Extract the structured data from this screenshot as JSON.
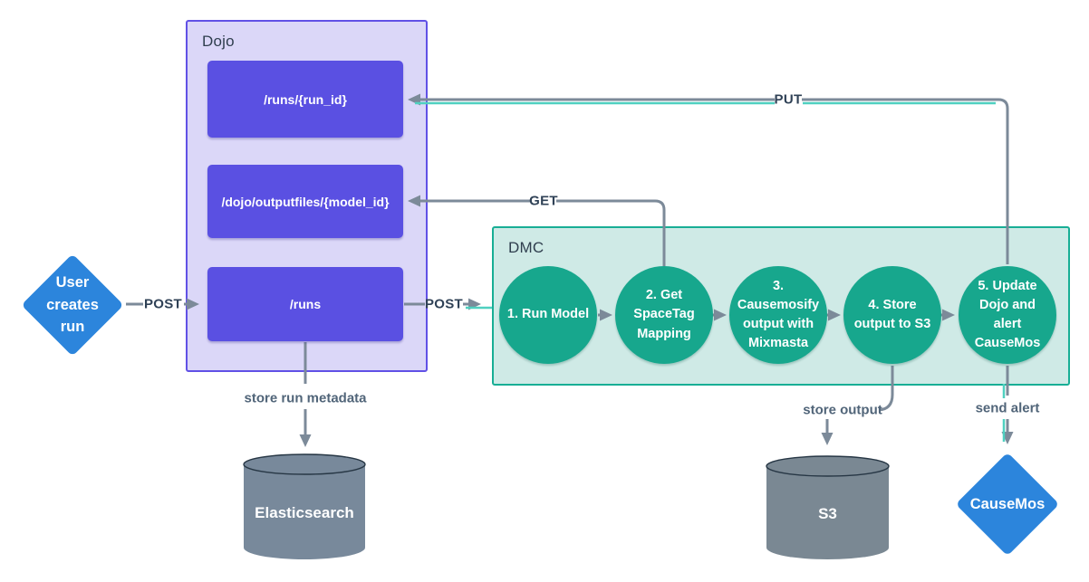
{
  "diagram": {
    "user": {
      "label": "User creates run"
    },
    "dojo": {
      "title": "Dojo",
      "endpoints": [
        {
          "label": "/runs/{run_id}"
        },
        {
          "label": "/dojo/outputfiles/{model_id}"
        },
        {
          "label": "/runs"
        }
      ]
    },
    "dmc": {
      "title": "DMC",
      "steps": [
        {
          "label": "1. Run Model"
        },
        {
          "label": "2. Get SpaceTag Mapping"
        },
        {
          "label": "3. Causemosify output with Mixmasta"
        },
        {
          "label": "4. Store output to S3"
        },
        {
          "label": "5. Update Dojo and alert CauseMos"
        }
      ]
    },
    "datastores": [
      {
        "label": "Elasticsearch"
      },
      {
        "label": "S3"
      }
    ],
    "causemos": {
      "label": "CauseMos"
    },
    "edge_labels": {
      "post_user_to_dojo": "POST",
      "post_runs_to_dmc": "POST",
      "get": "GET",
      "put": "PUT",
      "store_run_metadata": "store run metadata",
      "store_output": "store output",
      "send_alert": "send alert"
    },
    "colors": {
      "dojo_container_bg": "#dbd7f8",
      "dojo_border": "#6151e6",
      "endpoint_purple": "#5a50e2",
      "dmc_container_bg": "#cfeae6",
      "dmc_border": "#18ae95",
      "step_circle_teal": "#17a78d",
      "teal_accent_line": "#4fd0c0",
      "diamond_blue": "#2c85dc",
      "elasticsearch_gray": "#78899b",
      "s3_gray": "#7a8893",
      "edge_gray": "#7c8a99",
      "http_label_color": "#2f4156",
      "muted_label_color": "#516579"
    }
  }
}
